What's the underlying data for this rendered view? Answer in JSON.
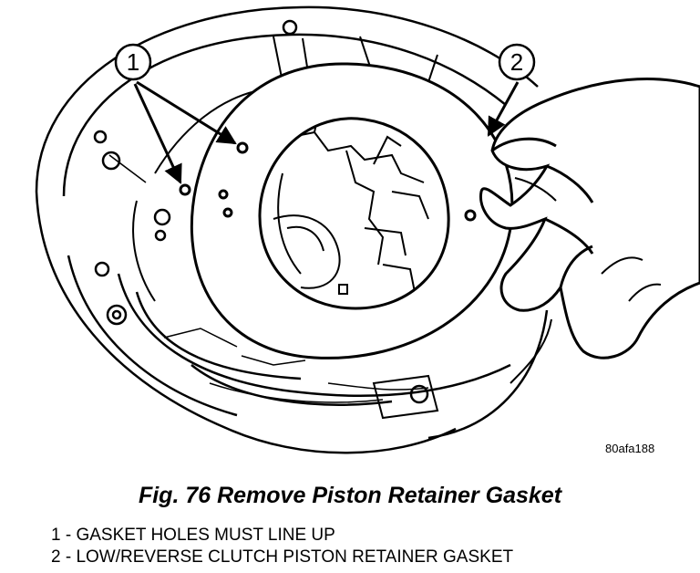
{
  "figure": {
    "callouts": [
      "1",
      "2"
    ],
    "image_id": "80afa188",
    "caption": "Fig. 76 Remove Piston Retainer Gasket",
    "legend": [
      "1 - GASKET HOLES MUST LINE UP",
      "2 - LOW/REVERSE CLUTCH PISTON RETAINER GASKET"
    ]
  }
}
